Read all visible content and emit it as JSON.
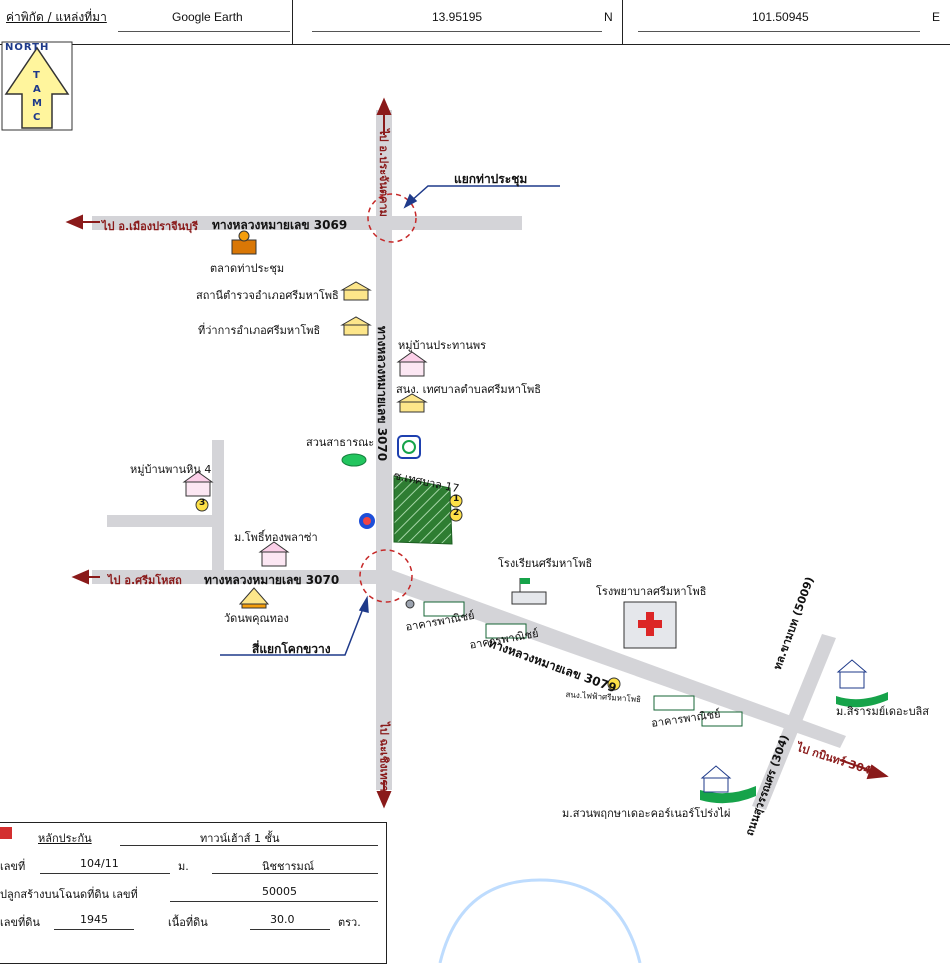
{
  "header": {
    "source_label": "ค่าพิกัด / แหล่งที่มา",
    "source_value": "Google Earth",
    "lat_value": "13.95195",
    "lat_dir": "N",
    "lon_value": "101.50945",
    "lon_dir": "E"
  },
  "north_badge": {
    "title": "NORTH",
    "letters": [
      "T",
      "A",
      "M",
      "C"
    ]
  },
  "roads": {
    "r3069": "ทางหลวงหมายเลข 3069",
    "r3070_h": "ทางหลวงหมายเลข 3070",
    "r3070_v": "ทางหลวงหมายเลข 3070",
    "r3079": "ทางหลวงหมายเลข 3079",
    "r5009": "ทล.ขามบท (5009)",
    "r304": "ถนนสุวรรณศร (304)"
  },
  "directions": {
    "to_prachinburi": "ไป อ.เมืองปราจีนบุรี",
    "to_sri_mahosot": "ไป อ.ศรีมโหสถ",
    "to_north": "ไป อ.ประจันตคาม",
    "to_south": "ไป ฉะเชิงเทรา",
    "to_304": "ไป กบินทร์ 304"
  },
  "intersections": {
    "north": "แยกท่าประชุม",
    "south": "สี่แยกโคกขวาง"
  },
  "places": {
    "market": "ตลาดท่าประชุม",
    "police": "สถานีตำรวจอำเภอศรีมหาโพธิ",
    "district_office": "ที่ว่าการอำเภอศรีมหาโพธิ",
    "village_prathan": "หมู่บ้านประทานพร",
    "municipal_office": "สนง. เทศบาลตำบลศรีมหาโพธิ",
    "public_park": "สวนสาธารณะ",
    "village_panhin": "หมู่บ้านพานหิน 4",
    "soi": "ซ.เทศบาล 17",
    "mo_pho": "ม.โพธิ์ทองพลาซ่า",
    "temple": "วัดนพคุณทอง",
    "school": "โรงเรียนศรีมหาโพธิ",
    "hospital": "โรงพยาบาลศรีมหาโพธิ",
    "shop1": "อาคารพาณิชย์",
    "shop2": "อาคารพาณิชย์",
    "shop3": "อาคารพาณิชย์",
    "electric": "สนง.ไฟฟ้าศรีมหาโพธิ",
    "village_sirarom": "ม.สิรารมย์เดอะบลิส",
    "village_suanpruk": "ม.สวนพฤกษาเดอะคอร์เนอร์โปร่งไผ่"
  },
  "markers": [
    "1",
    "2",
    "3"
  ],
  "info": {
    "collateral_label": "หลักประกัน",
    "collateral_value": "ทาวน์เฮ้าส์ 1 ชั้น",
    "house_no_label": "เลขที่",
    "house_no_value": "104/11",
    "m_label": "ม.",
    "m_value": "นิชชารมณ์",
    "deed_label": "ปลูกสร้างบนโฉนดที่ดิน เลขที่",
    "deed_value": "50005",
    "land_no_label": "เลขที่ดิน",
    "land_no_value": "1945",
    "area_label": "เนื้อที่ดิน",
    "area_value": "30.0",
    "area_unit": "ตรว."
  },
  "colors": {
    "road": "#d4d4d8",
    "arrow": "#8a1a1a",
    "plot": "#2e7d32",
    "circle": "#c62828",
    "pointer": "#1f3a8a",
    "legend": "#d32f2f"
  }
}
